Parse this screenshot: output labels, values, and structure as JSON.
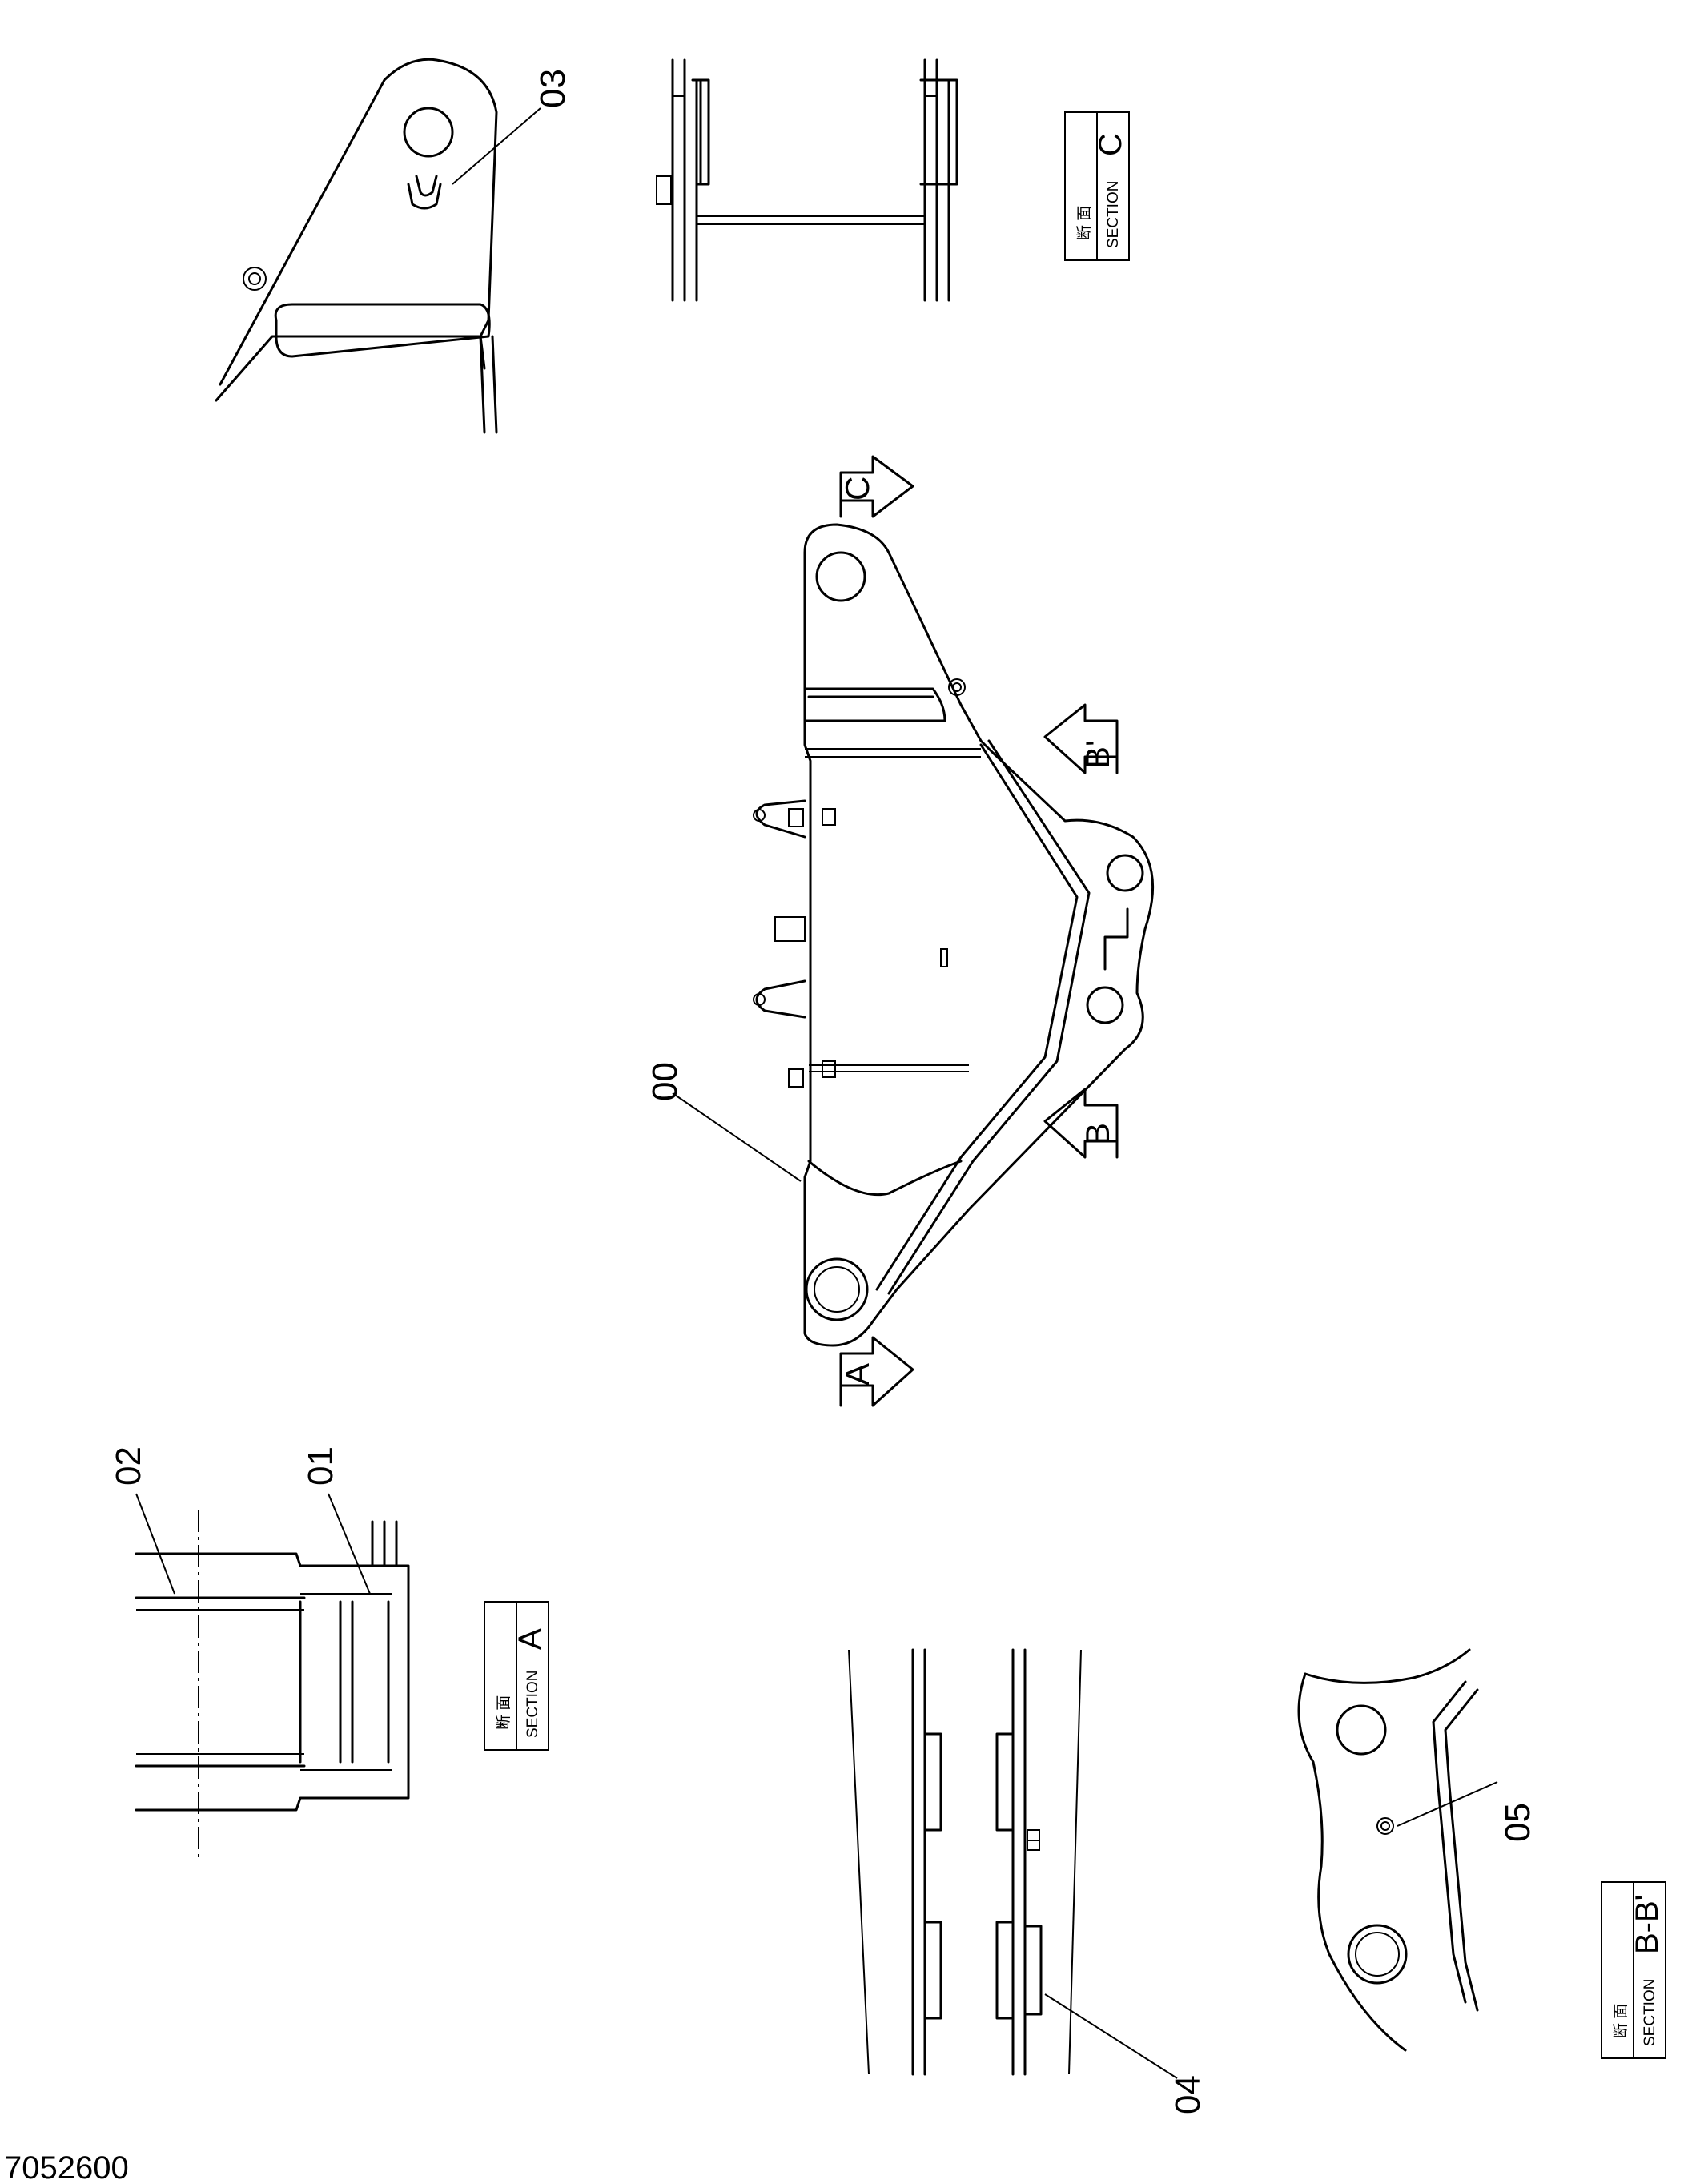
{
  "document": {
    "number": "7052600"
  },
  "part_labels": [
    "00",
    "01",
    "02",
    "03",
    "04",
    "05"
  ],
  "view_arrows": {
    "a": "A",
    "b": "B",
    "b_prime": "B'",
    "c": "C"
  },
  "section_boxes": {
    "a": {
      "kanji": "断 面",
      "section": "SECTION",
      "letter": "A"
    },
    "b": {
      "kanji": "断 面",
      "section": "SECTION",
      "letter": "B-B'"
    },
    "c": {
      "kanji": "断 面",
      "section": "SECTION",
      "letter": "C"
    }
  }
}
